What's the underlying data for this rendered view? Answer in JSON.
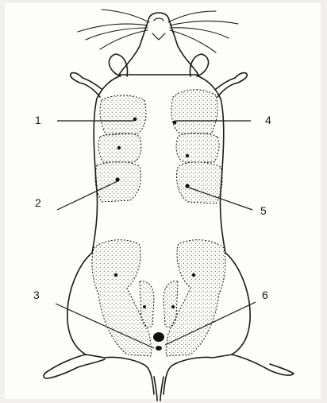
{
  "figure": {
    "labels": [
      "1",
      "2",
      "3",
      "4",
      "5",
      "6"
    ],
    "ink_color": "#1a1a1a",
    "paper_color": "#fdfdfc"
  }
}
